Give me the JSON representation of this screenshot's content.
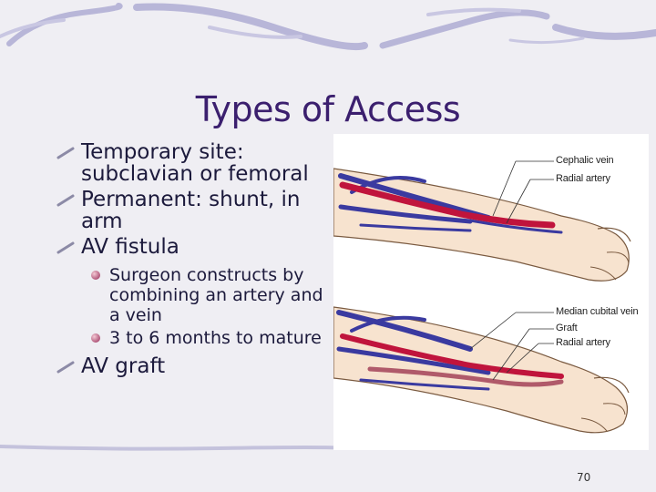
{
  "slide": {
    "title": "Types of Access",
    "bullets": [
      {
        "text": "Temporary site: subclavian or femoral"
      },
      {
        "text": "Permanent: shunt, in arm"
      },
      {
        "text": "AV fistula"
      }
    ],
    "sub_bullets": [
      {
        "text": "Surgeon constructs by combining an artery and a vein"
      },
      {
        "text": "3 to 6 months to mature"
      }
    ],
    "last_bullet": {
      "text": "AV graft"
    },
    "page_number": "70"
  },
  "illustration": {
    "top_labels": [
      "Cephalic vein",
      "Radial artery"
    ],
    "bottom_labels": [
      "Median cubital vein",
      "Graft",
      "Radial artery"
    ]
  },
  "colors": {
    "title": "#3b1f6e",
    "vein": "#3a3aa0",
    "artery": "#c0143c",
    "skin": "#f7e3cf"
  }
}
